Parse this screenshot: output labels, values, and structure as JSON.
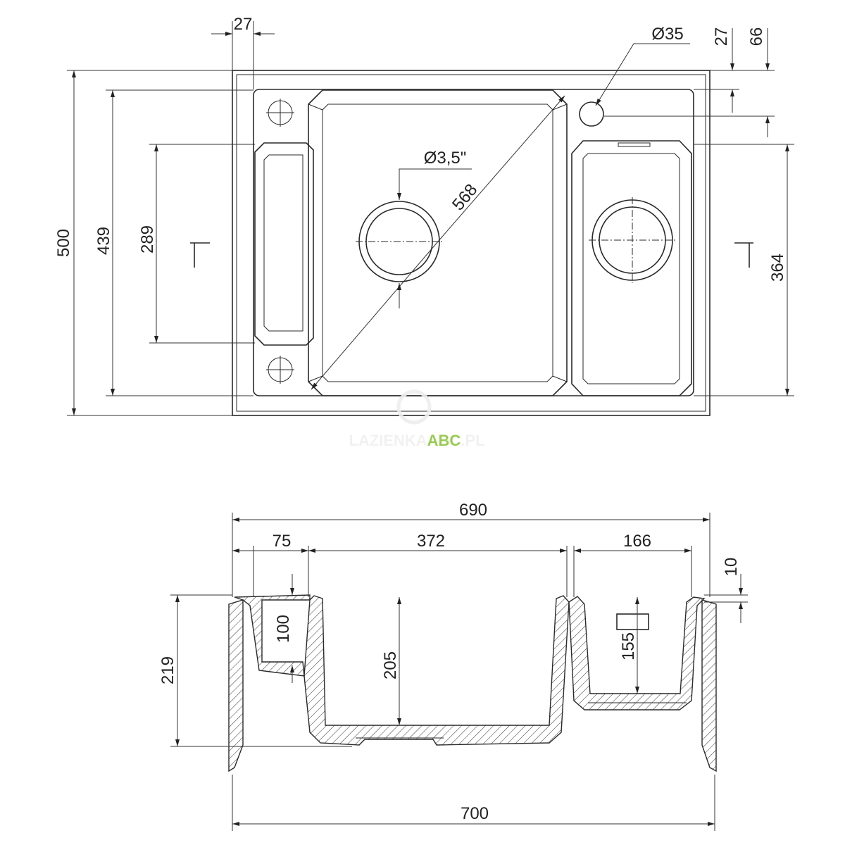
{
  "top_view": {
    "dims": {
      "d27_top": "27",
      "d35": "Ø35",
      "d27_right": "27",
      "d66": "66",
      "d500": "500",
      "d439": "439",
      "d289": "289",
      "d364": "364",
      "d568": "568",
      "d35in": "Ø3,5\""
    }
  },
  "section_view": {
    "dims": {
      "d690": "690",
      "d75": "75",
      "d372": "372",
      "d166": "166",
      "d10": "10",
      "d219": "219",
      "d100": "100",
      "d205": "205",
      "d155": "155",
      "d700": "700"
    }
  },
  "watermark": {
    "text_gray": "LAZIENKA",
    "text_accent": "ABC",
    ".pl": ".PL",
    "accent_color": "#8cc63f"
  }
}
